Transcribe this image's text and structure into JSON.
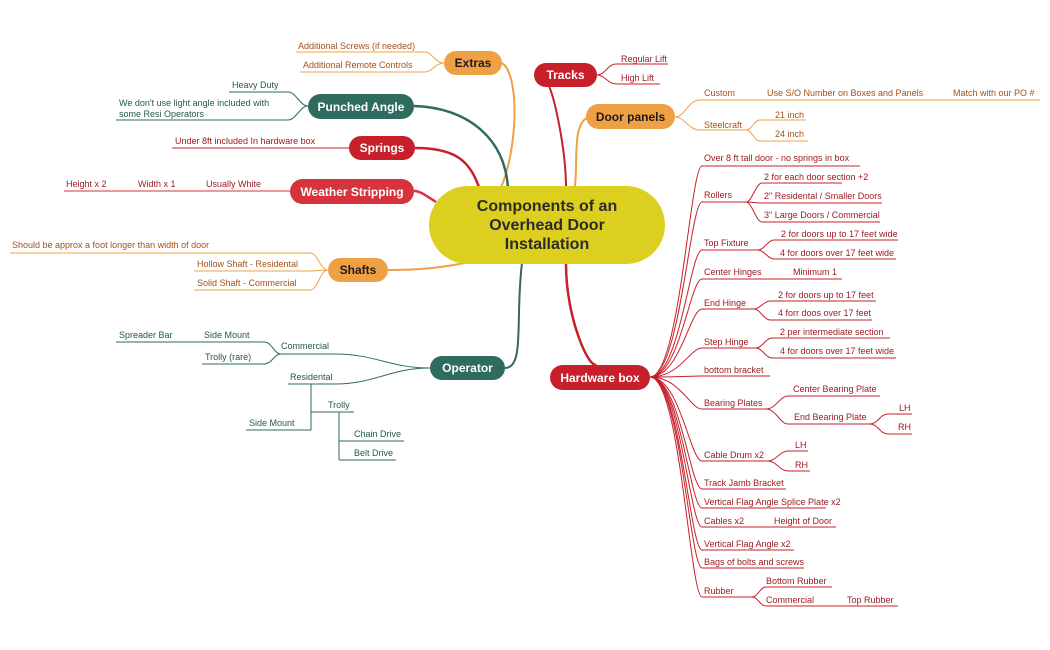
{
  "central": {
    "title": "Components of an Overhead Door Installation"
  },
  "branches": {
    "extras": {
      "label": "Extras",
      "items": [
        "Additional Screws (if needed)",
        "Additional Remote Controls"
      ]
    },
    "punched_angle": {
      "label": "Punched Angle",
      "items": [
        "Heavy Duty",
        "We don't use light angle included with some Resi Operators"
      ]
    },
    "springs": {
      "label": "Springs",
      "items": [
        "Under 8ft included In hardware box"
      ]
    },
    "weather_stripping": {
      "label": "Weather Stripping",
      "items": [
        "Usually White",
        "Width x 1",
        "Height x 2"
      ]
    },
    "shafts": {
      "label": "Shafts",
      "items": [
        "Should be approx a foot longer than width of door",
        "Hollow Shaft - Residental",
        "Solid Shaft - Commercial"
      ]
    },
    "operator": {
      "label": "Operator",
      "commercial": {
        "label": "Commercial",
        "side_mount": "Side Mount",
        "spreader_bar": "Spreader Bar",
        "trolly_rare": "Trolly (rare)"
      },
      "residental": {
        "label": "Residental",
        "side_mount": "Side Mount",
        "trolly": "Trolly",
        "chain_drive": "Chain Drive",
        "belt_drive": "Belt Drive"
      }
    },
    "tracks": {
      "label": "Tracks",
      "items": [
        "Regular Lift",
        "High Lift"
      ]
    },
    "door_panels": {
      "label": "Door panels",
      "custom": "Custom",
      "custom_note": "Use S/O Number on Boxes and Panels",
      "custom_note2": "Match with our PO #",
      "steelcraft": "Steelcraft",
      "steelcraft_items": [
        "21 inch",
        "24 inch"
      ]
    },
    "hardware_box": {
      "label": "Hardware box",
      "over8": "Over 8 ft tall door  - no springs in box",
      "rollers": "Rollers",
      "rollers_items": [
        "2 for each door section +2",
        "2\" Residental / Smaller Doors",
        "3\" Large Doors / Commercial"
      ],
      "top_fixture": "Top Fixture",
      "top_fixture_items": [
        "2 for doors up to 17 feet wide",
        "4 for doors over 17 feet wide"
      ],
      "center_hinges": "Center Hinges",
      "center_hinges_min": "Minimum 1",
      "end_hinge": "End Hinge",
      "end_hinge_items": [
        "2 for doors up to 17 feet",
        "4 forr doos over 17 feet"
      ],
      "step_hinge": "Step Hinge",
      "step_hinge_items": [
        "2 per intermediate section",
        "4 for doors over 17 feet wide"
      ],
      "bottom_bracket": "bottom bracket",
      "bearing_plates": "Bearing Plates",
      "center_bearing_plate": "Center Bearing Plate",
      "end_bearing_plate": "End Bearing Plate",
      "ebp_lh": "LH",
      "ebp_rh": "RH",
      "cable_drum": "Cable Drum x2",
      "cd_lh": "LH",
      "cd_rh": "RH",
      "track_jamb": "Track Jamb Bracket",
      "splice_plate": "Vertical Flag Angle Splice Plate x2",
      "cables": "Cables x2",
      "height_of_door": "Height of Door",
      "vfa": "Vertical Flag Angle x2",
      "bags": "Bags of bolts and screws",
      "rubber": "Rubber",
      "bottom_rubber": "Bottom Rubber",
      "rubber_commercial": "Commercial",
      "top_rubber": "Top Rubber"
    }
  },
  "colors": {
    "orange": "#f0a044",
    "red": "#c7202a",
    "green": "#2f6b5f",
    "central": "#dccf1f"
  }
}
